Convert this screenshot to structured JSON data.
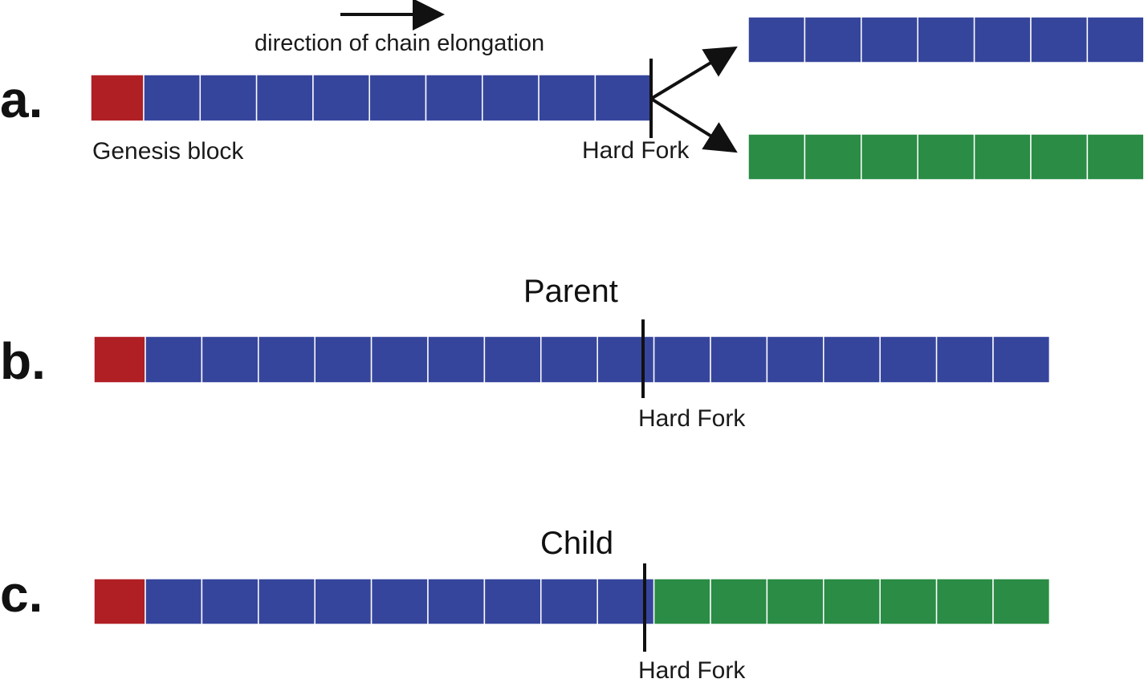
{
  "colors": {
    "genesis": "#B01F24",
    "chain": "#36459C",
    "fork_chain": "#2A8C45",
    "line": "#111111"
  },
  "panel_a": {
    "label": "a.",
    "direction_text": "direction of chain elongation",
    "genesis_label": "Genesis block",
    "fork_label": "Hard Fork",
    "main_chain_blocks": [
      "genesis",
      "chain",
      "chain",
      "chain",
      "chain",
      "chain",
      "chain",
      "chain",
      "chain",
      "chain"
    ],
    "upper_branch_blocks": [
      "chain",
      "chain",
      "chain",
      "chain",
      "chain",
      "chain",
      "chain"
    ],
    "lower_branch_blocks": [
      "fork_chain",
      "fork_chain",
      "fork_chain",
      "fork_chain",
      "fork_chain",
      "fork_chain",
      "fork_chain"
    ]
  },
  "panel_b": {
    "label": "b.",
    "title": "Parent",
    "fork_label": "Hard Fork",
    "blocks": [
      "genesis",
      "chain",
      "chain",
      "chain",
      "chain",
      "chain",
      "chain",
      "chain",
      "chain",
      "chain",
      "chain",
      "chain",
      "chain",
      "chain",
      "chain",
      "chain",
      "chain"
    ]
  },
  "panel_c": {
    "label": "c.",
    "title": "Child",
    "fork_label": "Hard Fork",
    "blocks": [
      "genesis",
      "chain",
      "chain",
      "chain",
      "chain",
      "chain",
      "chain",
      "chain",
      "chain",
      "chain",
      "fork_chain",
      "fork_chain",
      "fork_chain",
      "fork_chain",
      "fork_chain",
      "fork_chain",
      "fork_chain"
    ]
  }
}
